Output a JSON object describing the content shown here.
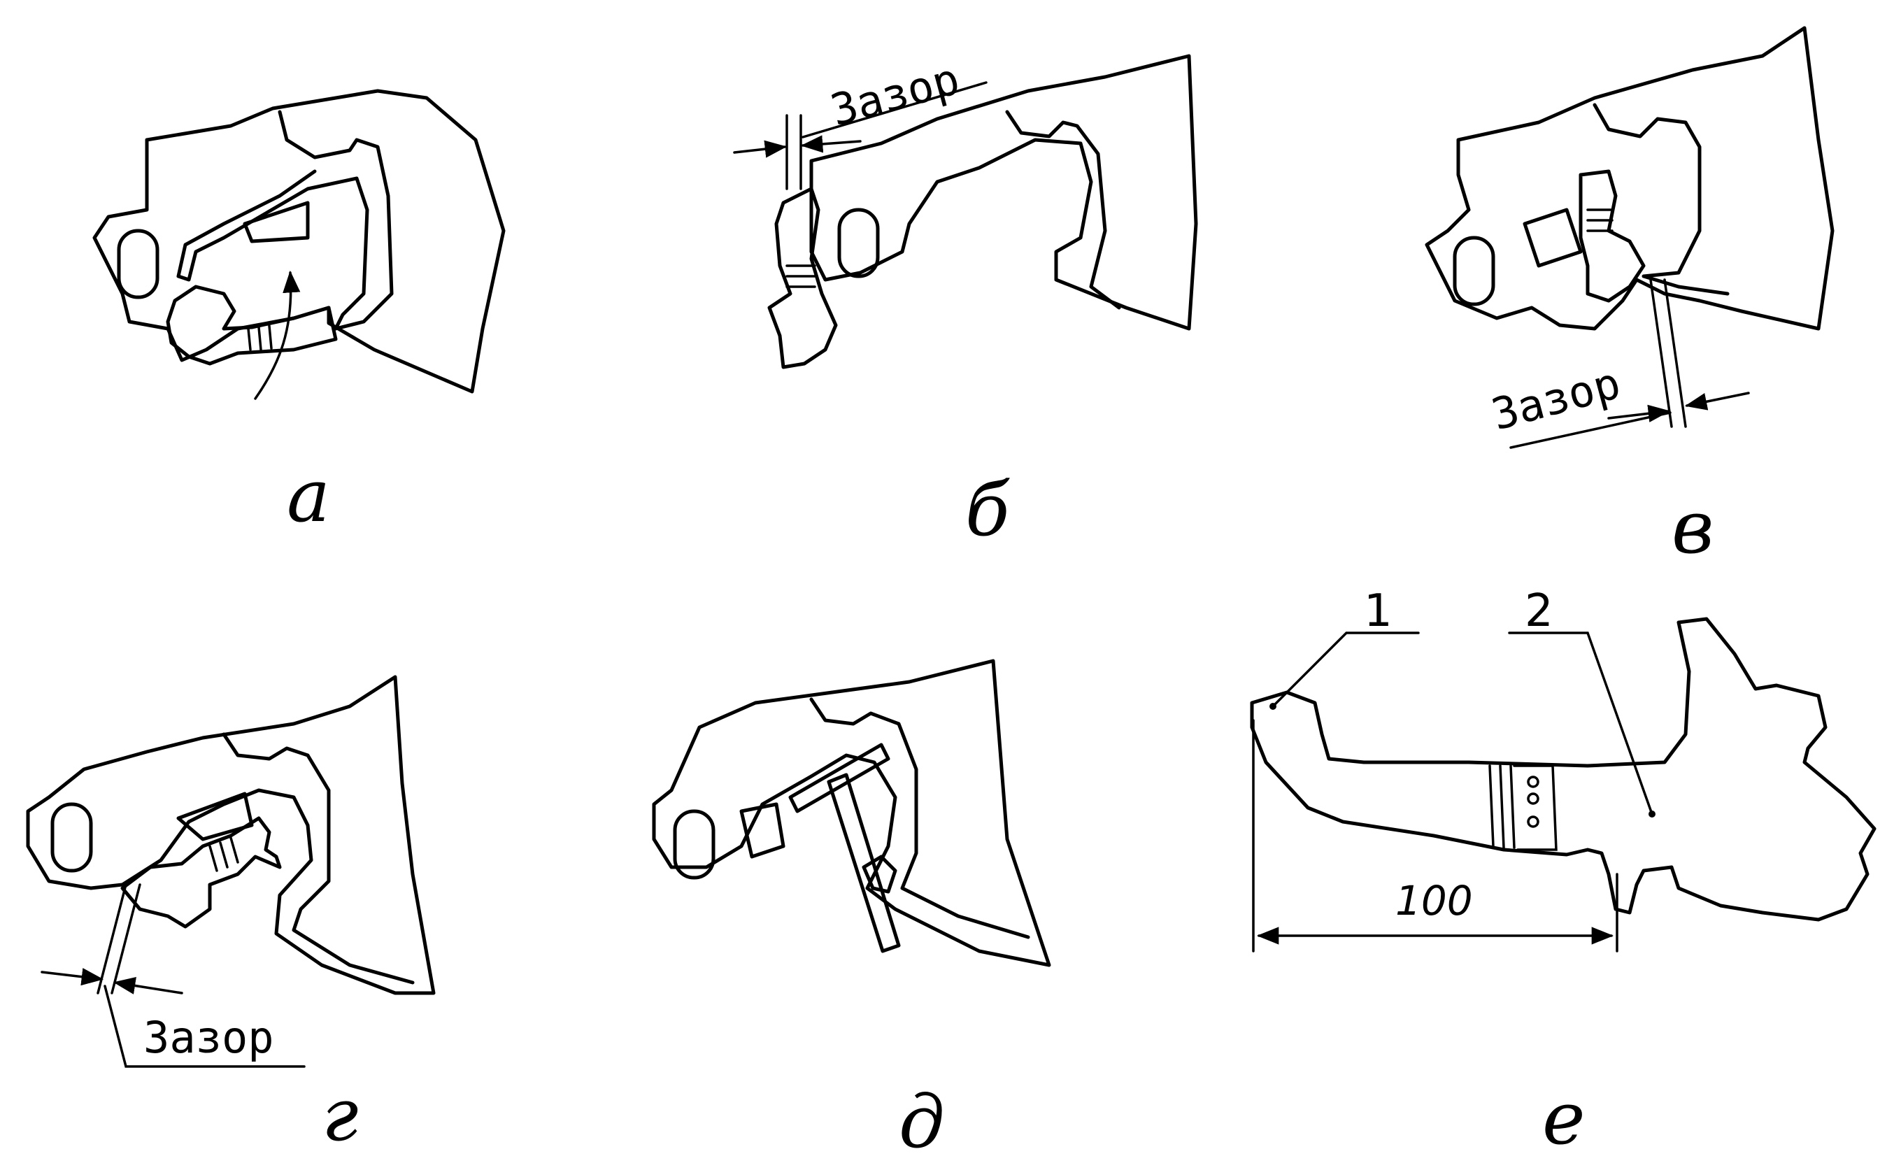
{
  "panels": {
    "a": {
      "caption": "а"
    },
    "b": {
      "caption": "б",
      "gap_label": "Зазор"
    },
    "v": {
      "caption": "в",
      "gap_label": "Зазор"
    },
    "g": {
      "caption": "г",
      "gap_label": "Зазор"
    },
    "d": {
      "caption": "д"
    },
    "e": {
      "caption": "е",
      "dimension": "100",
      "callout_1": "1",
      "callout_2": "2"
    }
  }
}
